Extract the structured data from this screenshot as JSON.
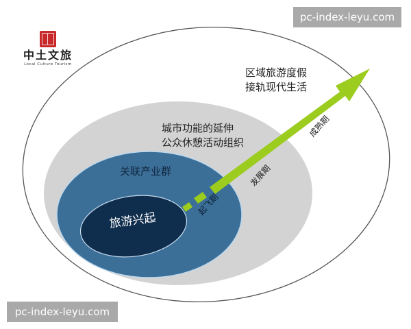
{
  "logo": {
    "seal_label": "red-seal",
    "name_cn": "中土文旅",
    "name_en": "Local Culture Tourism"
  },
  "watermarks": {
    "top": "pc-index-leyu.com",
    "bottom": "pc-index-leyu.com"
  },
  "layers": {
    "outer": {
      "label_line1": "区域旅游度假",
      "label_line2": "接轨现代生活",
      "stroke": "#555555",
      "fill": "#ffffff"
    },
    "gray": {
      "label_line1": "城市功能的延伸",
      "label_line2": "公众休憩活动组织",
      "fill": "#d3d3d3"
    },
    "blue": {
      "label": "关联产业群",
      "fill": "#3b6f98"
    },
    "core": {
      "label": "旅游兴起",
      "fill": "#0f2d4d"
    }
  },
  "arrow": {
    "color": "#9ccc1e",
    "stages": [
      {
        "label": "起飞期"
      },
      {
        "label": "发展期"
      },
      {
        "label": "成熟期"
      }
    ]
  }
}
